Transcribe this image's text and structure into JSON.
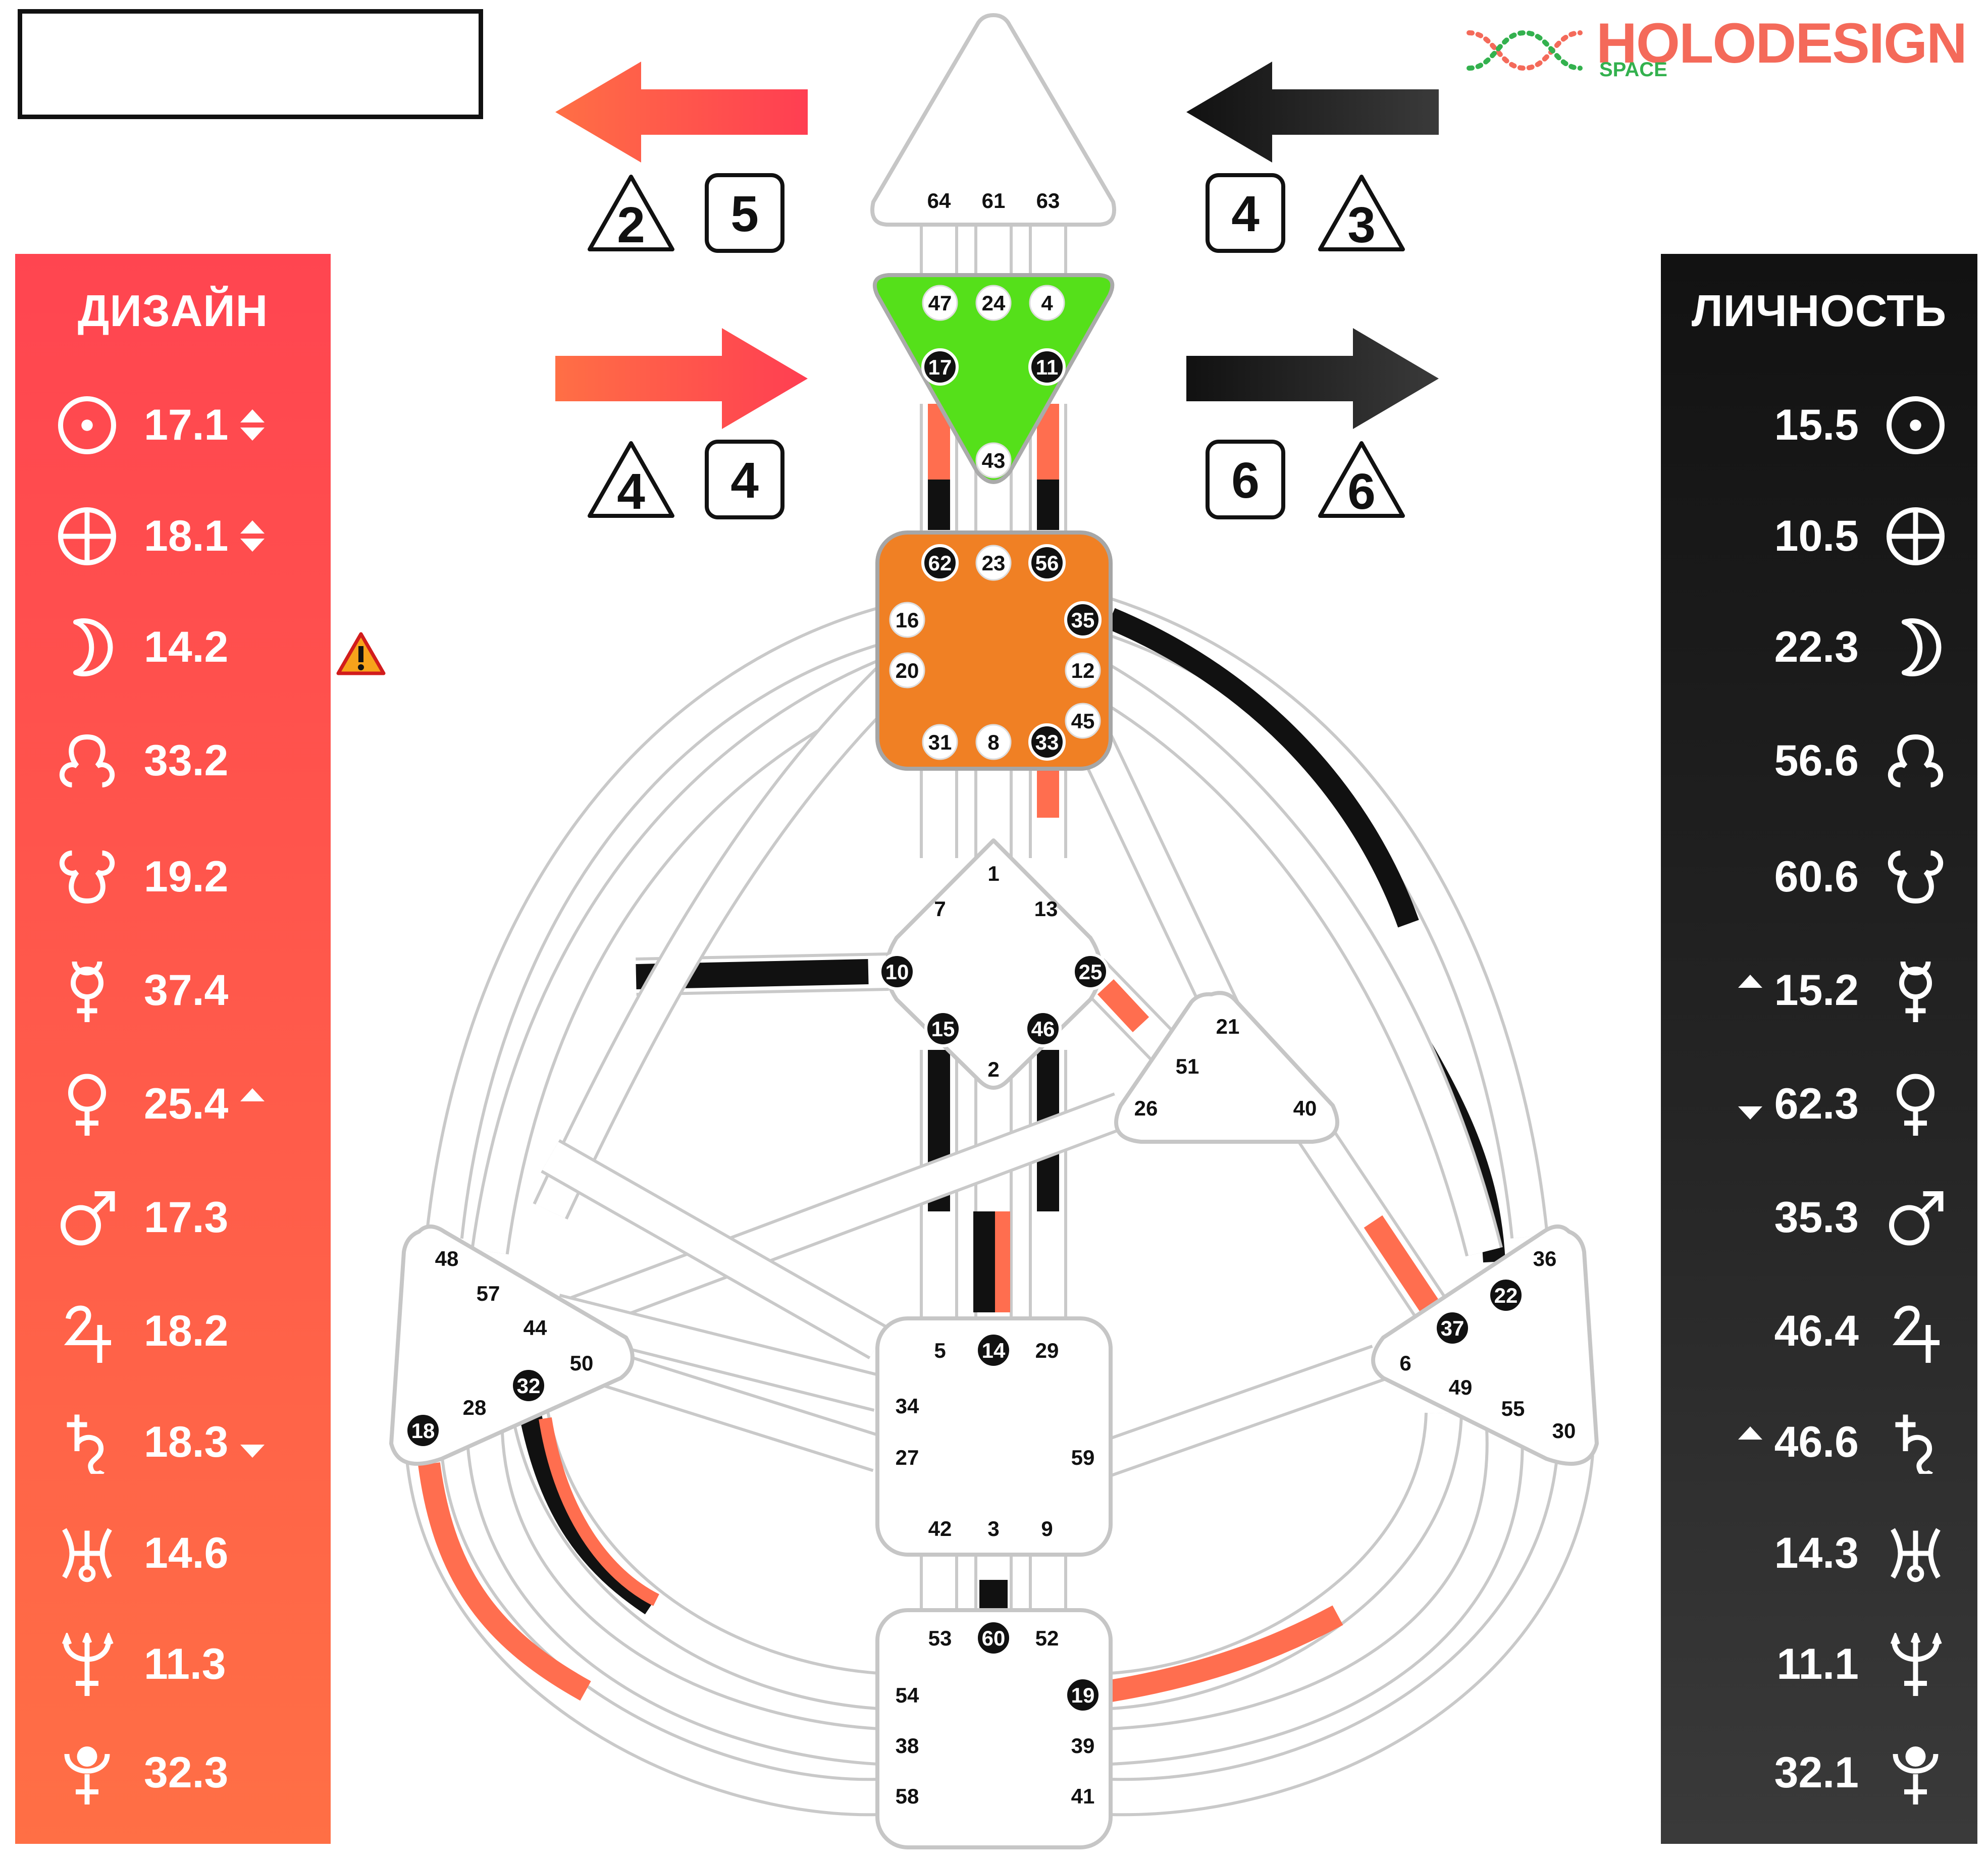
{
  "brand": {
    "name": "HOLODESIGN",
    "sub": "SPACE"
  },
  "panels": {
    "design": {
      "title": "ДИЗАЙН",
      "color": "#ff4d4d",
      "rows": [
        {
          "planet": "sun-icon",
          "value": "17.1",
          "arrow": "both"
        },
        {
          "planet": "earth-icon",
          "value": "18.1",
          "arrow": "both"
        },
        {
          "planet": "moon-icon",
          "value": "14.2",
          "arrow": ""
        },
        {
          "planet": "north-node-icon",
          "value": "33.2",
          "arrow": ""
        },
        {
          "planet": "south-node-icon",
          "value": "19.2",
          "arrow": ""
        },
        {
          "planet": "mercury-icon",
          "value": "37.4",
          "arrow": ""
        },
        {
          "planet": "venus-icon",
          "value": "25.4",
          "arrow": "up"
        },
        {
          "planet": "mars-icon",
          "value": "17.3",
          "arrow": ""
        },
        {
          "planet": "jupiter-icon",
          "value": "18.2",
          "arrow": ""
        },
        {
          "planet": "saturn-icon",
          "value": "18.3",
          "arrow": "down"
        },
        {
          "planet": "uranus-icon",
          "value": "14.6",
          "arrow": ""
        },
        {
          "planet": "neptune-icon",
          "value": "11.3",
          "arrow": ""
        },
        {
          "planet": "pluto-icon",
          "value": "32.3",
          "arrow": ""
        }
      ]
    },
    "personality": {
      "title": "ЛИЧНОСТЬ",
      "color": "#1a1a1a",
      "rows": [
        {
          "planet": "sun-icon",
          "value": "15.5",
          "arrow": ""
        },
        {
          "planet": "earth-icon",
          "value": "10.5",
          "arrow": ""
        },
        {
          "planet": "moon-icon",
          "value": "22.3",
          "arrow": ""
        },
        {
          "planet": "north-node-icon",
          "value": "56.6",
          "arrow": ""
        },
        {
          "planet": "south-node-icon",
          "value": "60.6",
          "arrow": ""
        },
        {
          "planet": "mercury-icon",
          "value": "15.2",
          "arrow": "up"
        },
        {
          "planet": "venus-icon",
          "value": "62.3",
          "arrow": "down"
        },
        {
          "planet": "mars-icon",
          "value": "35.3",
          "arrow": ""
        },
        {
          "planet": "jupiter-icon",
          "value": "46.4",
          "arrow": ""
        },
        {
          "planet": "saturn-icon",
          "value": "46.6",
          "arrow": "up"
        },
        {
          "planet": "uranus-icon",
          "value": "14.3",
          "arrow": ""
        },
        {
          "planet": "neptune-icon",
          "value": "11.1",
          "arrow": ""
        },
        {
          "planet": "pluto-icon",
          "value": "32.1",
          "arrow": ""
        }
      ]
    }
  },
  "variables": {
    "top_left": {
      "direction": "left",
      "color": "design",
      "triangle": "2",
      "square": "5"
    },
    "top_right": {
      "direction": "left",
      "color": "personality",
      "triangle": "3",
      "square": "4"
    },
    "bottom_left": {
      "direction": "right",
      "color": "design",
      "triangle": "4",
      "square": "4"
    },
    "bottom_right": {
      "direction": "right",
      "color": "personality",
      "triangle": "6",
      "square": "6"
    }
  },
  "centers": {
    "head": {
      "defined": false,
      "gates": [
        "64",
        "61",
        "63"
      ]
    },
    "ajna": {
      "defined": true,
      "color": "#55e01a",
      "gates": [
        "47",
        "24",
        "4",
        "17",
        "11",
        "43"
      ]
    },
    "throat": {
      "defined": true,
      "color": "#f08024",
      "gates": [
        "62",
        "23",
        "56",
        "16",
        "35",
        "20",
        "12",
        "45",
        "31",
        "8",
        "33"
      ]
    },
    "g": {
      "defined": false,
      "gates": [
        "1",
        "7",
        "13",
        "10",
        "25",
        "15",
        "46",
        "2"
      ]
    },
    "heart": {
      "defined": false,
      "gates": [
        "21",
        "51",
        "26",
        "40"
      ]
    },
    "spleen": {
      "defined": false,
      "gates": [
        "48",
        "57",
        "44",
        "50",
        "32",
        "28",
        "18"
      ]
    },
    "solar_plexus": {
      "defined": false,
      "gates": [
        "36",
        "22",
        "37",
        "6",
        "49",
        "55",
        "30"
      ]
    },
    "sacral": {
      "defined": false,
      "gates": [
        "5",
        "14",
        "29",
        "34",
        "27",
        "59",
        "42",
        "3",
        "9"
      ]
    },
    "root": {
      "defined": false,
      "gates": [
        "53",
        "60",
        "52",
        "54",
        "19",
        "38",
        "39",
        "58",
        "41"
      ]
    }
  },
  "active_gates": [
    "17",
    "11",
    "62",
    "56",
    "35",
    "33",
    "10",
    "25",
    "15",
    "46",
    "32",
    "18",
    "37",
    "22",
    "14",
    "60",
    "19"
  ],
  "colors": {
    "design": "#ff6e4f",
    "personality": "#111111",
    "channel": "#d8d8d8"
  }
}
